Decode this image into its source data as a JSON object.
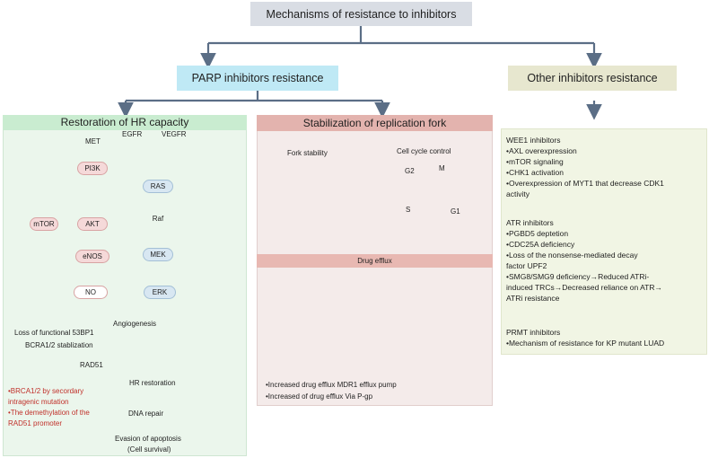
{
  "titles": {
    "main": "Mechanisms of resistance to inhibitors",
    "parp": "PARP inhibitors resistance",
    "other": "Other inhibitors resistance"
  },
  "hr": {
    "title": "Restoration of HR capacity",
    "nodes": {
      "met": "MET",
      "egfr": "EGFR",
      "vegfr": "VEGFR",
      "pi3k": "PI3K",
      "ras": "RAS",
      "akt": "AKT",
      "raf": "Raf",
      "mtor": "mTOR",
      "enos": "eNOS",
      "mek": "MEK",
      "no": "NO",
      "erk": "ERK",
      "angiogenesis": "Angiogenesis"
    },
    "factors": [
      "Loss of functional 53BP1",
      "BCRA1/2 stablization",
      "RAD51"
    ],
    "steps": [
      "HR restoration",
      "DNA repair",
      "Evasion of apoptosis",
      "(Cell survival)"
    ],
    "red_notes": [
      "•BRCA1/2 by secordary",
      "intragenic mutation",
      "•The demethylation of the",
      "RAD51 promoter"
    ]
  },
  "fork": {
    "title": "Stabilization of replication fork",
    "fork_stability": "Fork stability",
    "cell_cycle": "Cell cycle control",
    "phases": [
      "G2",
      "M",
      "G1",
      "S"
    ],
    "efflux_title": "Drug efflux",
    "efflux_notes": [
      "•Increased drug efflux MDR1 efflux pump",
      "•Increased of drug efflux Via P-gp"
    ]
  },
  "other": {
    "groups": [
      {
        "head": "WEE1 inhibitors",
        "items": [
          "•AXL overexpression",
          "•mTOR signaling",
          "•CHK1 activation",
          "•Overexpression of MYT1 that decrease CDK1",
          "activity"
        ]
      },
      {
        "head": "ATR inhibitors",
        "items": [
          "•PGBD5 deptetion",
          "•CDC25A deficiency",
          "•Loss of the nonsense-mediated decay",
          "factor UPF2",
          "•SMG8/SMG9 deficiency→Reduced ATRi-",
          "induced TRCs→Decreased reliance on ATR→",
          "ATRi resistance"
        ]
      },
      {
        "head": "PRMT inhibitors",
        "items": [
          "•Mechanism of resistance for KP mutant LUAD"
        ]
      }
    ]
  },
  "colors": {
    "connector": "#5b6e86",
    "red_text": "#c0302a",
    "hr_panel": "#ebf6ec",
    "fork_panel": "#f4ebea",
    "other_panel": "#f1f5e4"
  }
}
